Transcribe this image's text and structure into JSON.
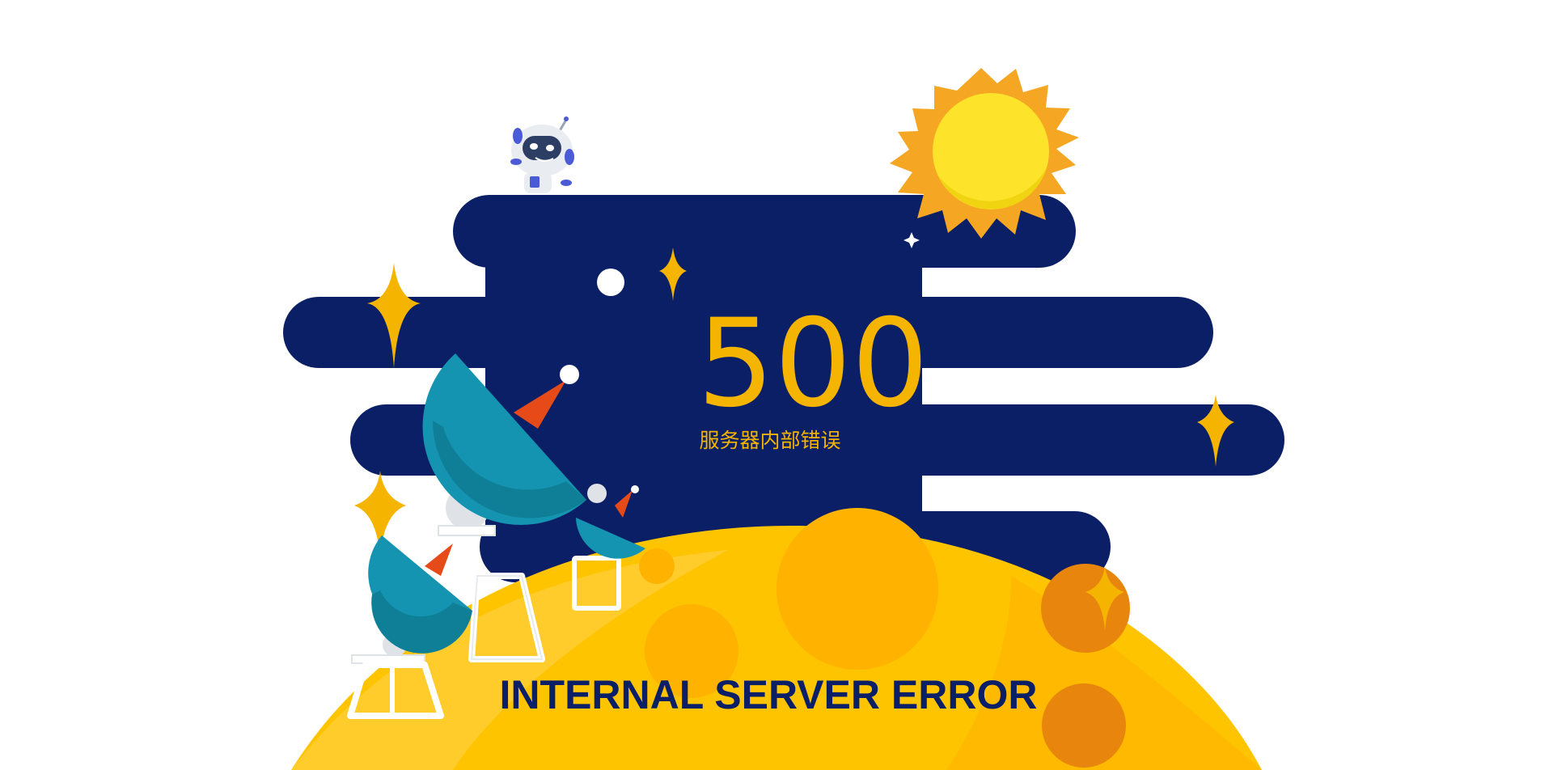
{
  "error": {
    "code": "500",
    "subtitle": "服务器内部错误",
    "title": "INTERNAL SERVER ERROR"
  },
  "colors": {
    "background": "#ffffff",
    "cloud": "#0a1f66",
    "code_text": "#f5b400",
    "title_text": "#0a1f66",
    "planet": "#ffc400",
    "planet_light": "#ffd24a",
    "crater": "#ffb300",
    "crater_dark": "#e8850c",
    "sun_rays": "#f5a623",
    "sun_core": "#fde42b",
    "sparkle": "#f5b400",
    "dish": "#1494b0",
    "dish_dark": "#0e7f97",
    "antenna_cone": "#e64a19"
  },
  "icons": {
    "robot": "robot-icon",
    "sun": "sun-icon",
    "planet": "planet-illustration",
    "satellite_dish": "satellite-dish-icon",
    "sparkle": "sparkle-icon"
  }
}
